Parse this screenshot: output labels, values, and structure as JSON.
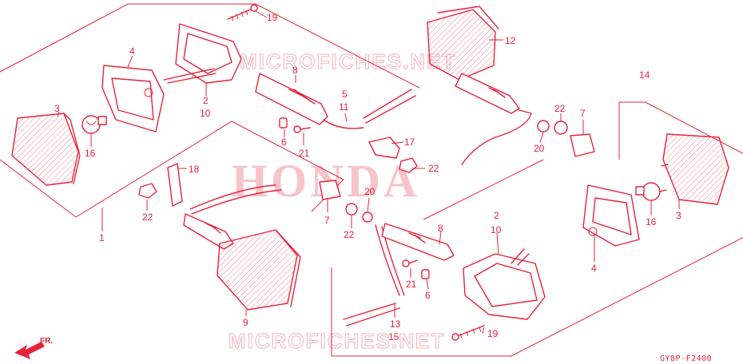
{
  "watermarks": {
    "brand": "HONDA",
    "site_top": "MICROFICHES.NET",
    "site_bottom": "MICROFICHES.NET"
  },
  "diagram_code": "GY8P-F2400",
  "direction_marker": "FR.",
  "callouts": {
    "c1": "1",
    "c2a": "2",
    "c10a": "10",
    "c3a": "3",
    "c4a": "4",
    "c16a": "16",
    "c19a": "19",
    "c8a": "8",
    "c5": "5",
    "c11": "11",
    "c6a": "6",
    "c21a": "21",
    "c18": "18",
    "c22a": "22",
    "c9": "9",
    "c12": "12",
    "c22b": "22",
    "c7a": "7",
    "c20a": "20",
    "c17": "17",
    "c22c": "22",
    "c14": "14",
    "c3b": "3",
    "c16b": "16",
    "c4b": "4",
    "c7b": "7",
    "c20b": "20",
    "c22d": "22",
    "c8b": "8",
    "c2b": "2",
    "c10b": "10",
    "c21b": "21",
    "c6b": "6",
    "c13": "13",
    "c15": "15",
    "c19b": "19"
  },
  "colors": {
    "line": "#e8233a",
    "watermark": "#f7c4c9",
    "background": "#ffffff"
  }
}
